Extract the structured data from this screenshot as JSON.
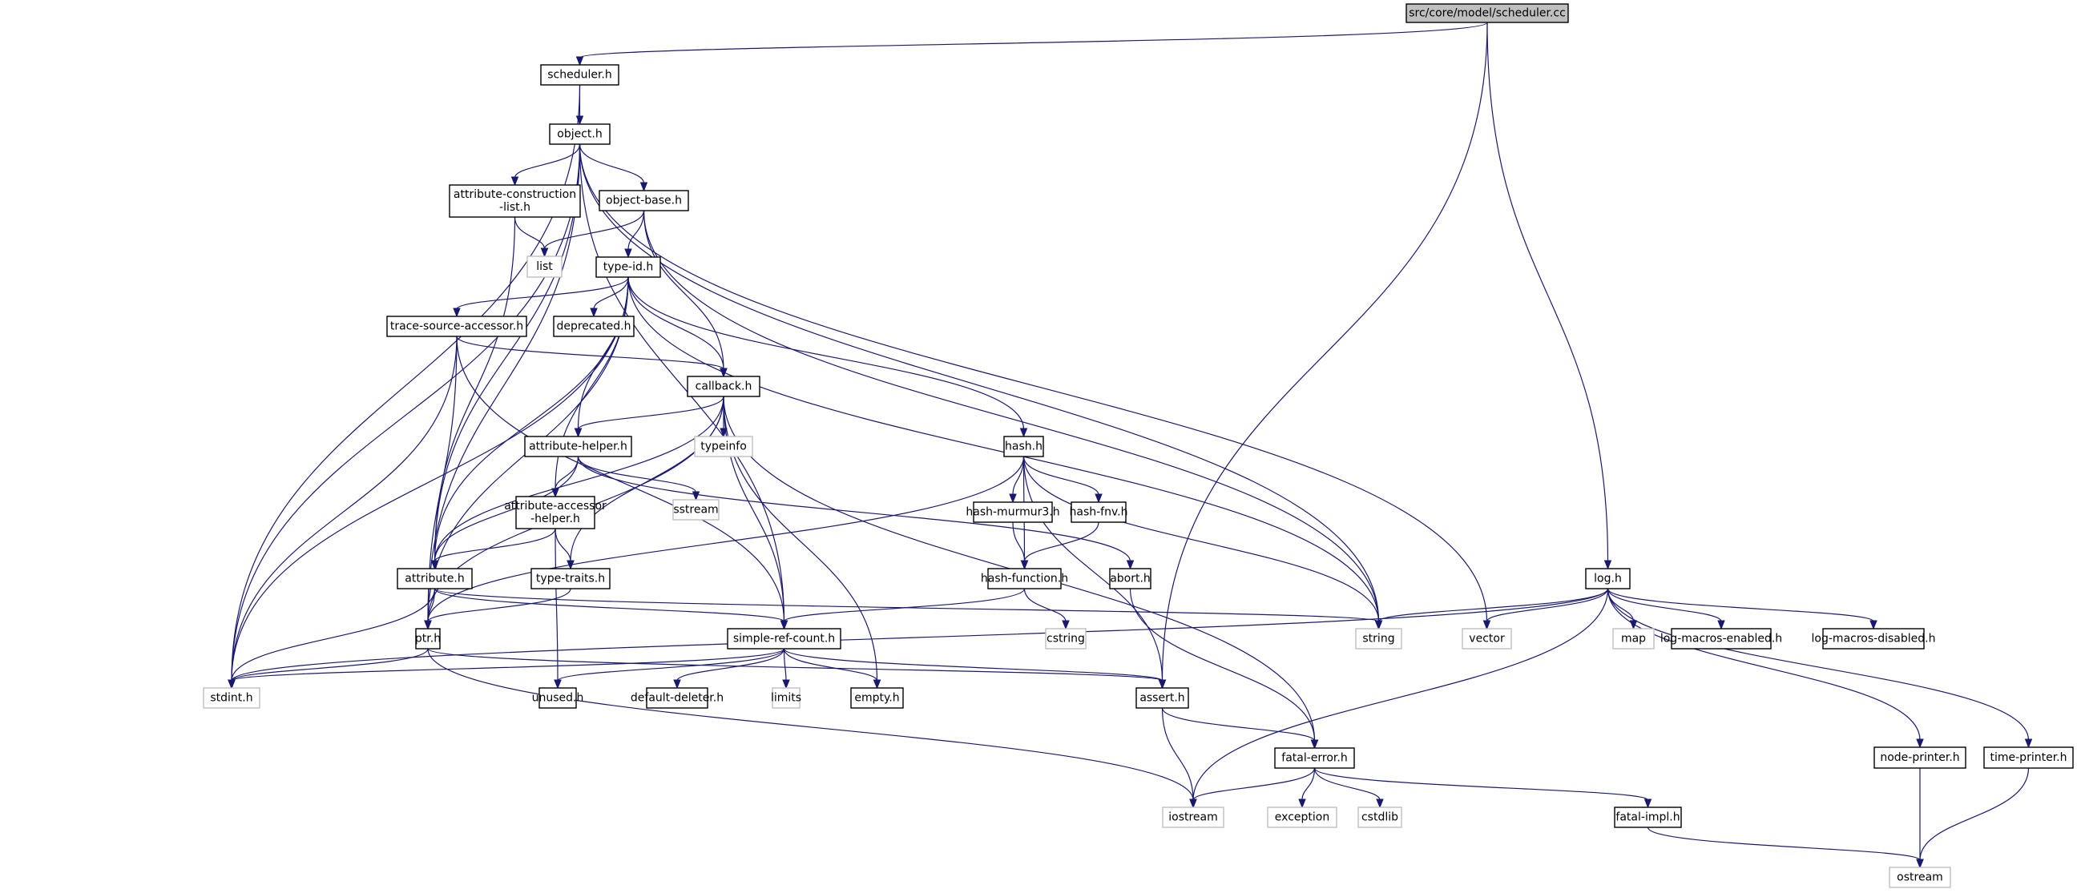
{
  "diagram": {
    "title": "Include dependency graph for src/core/model/scheduler.cc",
    "root": "src/core/model/scheduler.cc",
    "edge_color": "#191970",
    "root_fill": "#bfbfbf",
    "system_border": "#bfbfbf",
    "nodes": [
      {
        "id": "scheduler_cc",
        "label": "src/core/model/scheduler.cc",
        "kind": "root",
        "lines": [
          "src/core/model/scheduler.cc"
        ]
      },
      {
        "id": "scheduler_h",
        "label": "scheduler.h",
        "kind": "project",
        "lines": [
          "scheduler.h"
        ]
      },
      {
        "id": "object_h",
        "label": "object.h",
        "kind": "project",
        "lines": [
          "object.h"
        ]
      },
      {
        "id": "attr_constr",
        "label": "attribute-construction-list.h",
        "kind": "project",
        "lines": [
          "attribute-construction",
          "-list.h"
        ]
      },
      {
        "id": "object_base",
        "label": "object-base.h",
        "kind": "project",
        "lines": [
          "object-base.h"
        ]
      },
      {
        "id": "list",
        "label": "list",
        "kind": "system",
        "lines": [
          "list"
        ]
      },
      {
        "id": "type_id",
        "label": "type-id.h",
        "kind": "project",
        "lines": [
          "type-id.h"
        ]
      },
      {
        "id": "trace_src",
        "label": "trace-source-accessor.h",
        "kind": "project",
        "lines": [
          "trace-source-accessor.h"
        ]
      },
      {
        "id": "deprecated",
        "label": "deprecated.h",
        "kind": "project",
        "lines": [
          "deprecated.h"
        ]
      },
      {
        "id": "callback",
        "label": "callback.h",
        "kind": "project",
        "lines": [
          "callback.h"
        ]
      },
      {
        "id": "typeinfo",
        "label": "typeinfo",
        "kind": "system",
        "lines": [
          "typeinfo"
        ]
      },
      {
        "id": "attr_helper",
        "label": "attribute-helper.h",
        "kind": "project",
        "lines": [
          "attribute-helper.h"
        ]
      },
      {
        "id": "hash",
        "label": "hash.h",
        "kind": "project",
        "lines": [
          "hash.h"
        ]
      },
      {
        "id": "sstream",
        "label": "sstream",
        "kind": "system",
        "lines": [
          "sstream"
        ]
      },
      {
        "id": "attr_acc",
        "label": "attribute-accessor-helper.h",
        "kind": "project",
        "lines": [
          "attribute-accessor",
          "-helper.h"
        ]
      },
      {
        "id": "murmur",
        "label": "hash-murmur3.h",
        "kind": "project",
        "lines": [
          "hash-murmur3.h"
        ]
      },
      {
        "id": "fnv",
        "label": "hash-fnv.h",
        "kind": "project",
        "lines": [
          "hash-fnv.h"
        ]
      },
      {
        "id": "attribute",
        "label": "attribute.h",
        "kind": "project",
        "lines": [
          "attribute.h"
        ]
      },
      {
        "id": "type_traits",
        "label": "type-traits.h",
        "kind": "project",
        "lines": [
          "type-traits.h"
        ]
      },
      {
        "id": "hash_func",
        "label": "hash-function.h",
        "kind": "project",
        "lines": [
          "hash-function.h"
        ]
      },
      {
        "id": "abort",
        "label": "abort.h",
        "kind": "project",
        "lines": [
          "abort.h"
        ]
      },
      {
        "id": "log",
        "label": "log.h",
        "kind": "project",
        "lines": [
          "log.h"
        ]
      },
      {
        "id": "ptr",
        "label": "ptr.h",
        "kind": "project",
        "lines": [
          "ptr.h"
        ]
      },
      {
        "id": "src",
        "label": "simple-ref-count.h",
        "kind": "project",
        "lines": [
          "simple-ref-count.h"
        ]
      },
      {
        "id": "string",
        "label": "string",
        "kind": "system",
        "lines": [
          "string"
        ]
      },
      {
        "id": "cstring",
        "label": "cstring",
        "kind": "system",
        "lines": [
          "cstring"
        ]
      },
      {
        "id": "vector",
        "label": "vector",
        "kind": "system",
        "lines": [
          "vector"
        ]
      },
      {
        "id": "map",
        "label": "map",
        "kind": "system",
        "lines": [
          "map"
        ]
      },
      {
        "id": "lme",
        "label": "log-macros-enabled.h",
        "kind": "project",
        "lines": [
          "log-macros-enabled.h"
        ]
      },
      {
        "id": "lmd",
        "label": "log-macros-disabled.h",
        "kind": "project",
        "lines": [
          "log-macros-disabled.h"
        ]
      },
      {
        "id": "stdint",
        "label": "stdint.h",
        "kind": "system",
        "lines": [
          "stdint.h"
        ]
      },
      {
        "id": "unused",
        "label": "unused.h",
        "kind": "project",
        "lines": [
          "unused.h"
        ]
      },
      {
        "id": "deleter",
        "label": "default-deleter.h",
        "kind": "project",
        "lines": [
          "default-deleter.h"
        ]
      },
      {
        "id": "limits",
        "label": "limits",
        "kind": "system",
        "lines": [
          "limits"
        ]
      },
      {
        "id": "empty",
        "label": "empty.h",
        "kind": "project",
        "lines": [
          "empty.h"
        ]
      },
      {
        "id": "assert",
        "label": "assert.h",
        "kind": "project",
        "lines": [
          "assert.h"
        ]
      },
      {
        "id": "fatal_err",
        "label": "fatal-error.h",
        "kind": "project",
        "lines": [
          "fatal-error.h"
        ]
      },
      {
        "id": "node_printer",
        "label": "node-printer.h",
        "kind": "project",
        "lines": [
          "node-printer.h"
        ]
      },
      {
        "id": "time_printer",
        "label": "time-printer.h",
        "kind": "project",
        "lines": [
          "time-printer.h"
        ]
      },
      {
        "id": "iostream",
        "label": "iostream",
        "kind": "system",
        "lines": [
          "iostream"
        ]
      },
      {
        "id": "exception",
        "label": "exception",
        "kind": "system",
        "lines": [
          "exception"
        ]
      },
      {
        "id": "cstdlib",
        "label": "cstdlib",
        "kind": "system",
        "lines": [
          "cstdlib"
        ]
      },
      {
        "id": "fatal_impl",
        "label": "fatal-impl.h",
        "kind": "project",
        "lines": [
          "fatal-impl.h"
        ]
      },
      {
        "id": "ostream",
        "label": "ostream",
        "kind": "system",
        "lines": [
          "ostream"
        ]
      }
    ],
    "edges": [
      [
        "scheduler_cc",
        "scheduler_h"
      ],
      [
        "scheduler_cc",
        "assert"
      ],
      [
        "scheduler_cc",
        "log"
      ],
      [
        "scheduler_h",
        "object_h"
      ],
      [
        "scheduler_h",
        "stdint"
      ],
      [
        "object_h",
        "attr_constr"
      ],
      [
        "object_h",
        "object_base"
      ],
      [
        "object_h",
        "src"
      ],
      [
        "object_h",
        "attribute"
      ],
      [
        "object_h",
        "ptr"
      ],
      [
        "object_h",
        "stdint"
      ],
      [
        "object_h",
        "string"
      ],
      [
        "object_h",
        "vector"
      ],
      [
        "attr_constr",
        "list"
      ],
      [
        "attr_constr",
        "attribute"
      ],
      [
        "object_base",
        "list"
      ],
      [
        "object_base",
        "type_id"
      ],
      [
        "object_base",
        "callback"
      ],
      [
        "object_base",
        "string"
      ],
      [
        "type_id",
        "trace_src"
      ],
      [
        "type_id",
        "deprecated"
      ],
      [
        "type_id",
        "callback"
      ],
      [
        "type_id",
        "attr_helper"
      ],
      [
        "type_id",
        "hash"
      ],
      [
        "type_id",
        "attribute"
      ],
      [
        "type_id",
        "attr_acc"
      ],
      [
        "type_id",
        "stdint"
      ],
      [
        "type_id",
        "string"
      ],
      [
        "type_id",
        "ptr"
      ],
      [
        "trace_src",
        "callback"
      ],
      [
        "trace_src",
        "ptr"
      ],
      [
        "trace_src",
        "src"
      ],
      [
        "trace_src",
        "stdint"
      ],
      [
        "callback",
        "typeinfo"
      ],
      [
        "callback",
        "attr_helper"
      ],
      [
        "callback",
        "attribute"
      ],
      [
        "callback",
        "ptr"
      ],
      [
        "callback",
        "src"
      ],
      [
        "callback",
        "type_traits"
      ],
      [
        "callback",
        "empty"
      ],
      [
        "callback",
        "fatal_err"
      ],
      [
        "attr_helper",
        "attr_acc"
      ],
      [
        "attr_helper",
        "sstream"
      ],
      [
        "attr_helper",
        "attribute"
      ],
      [
        "attr_helper",
        "abort"
      ],
      [
        "hash",
        "murmur"
      ],
      [
        "hash",
        "fnv"
      ],
      [
        "hash",
        "hash_func"
      ],
      [
        "hash",
        "assert"
      ],
      [
        "hash",
        "ptr"
      ],
      [
        "hash",
        "string"
      ],
      [
        "attr_acc",
        "attribute"
      ],
      [
        "attr_acc",
        "type_traits"
      ],
      [
        "attr_acc",
        "unused"
      ],
      [
        "murmur",
        "hash_func"
      ],
      [
        "fnv",
        "hash_func"
      ],
      [
        "attribute",
        "ptr"
      ],
      [
        "attribute",
        "src"
      ],
      [
        "attribute",
        "string"
      ],
      [
        "attribute",
        "stdint"
      ],
      [
        "type_traits",
        "ptr"
      ],
      [
        "hash_func",
        "cstring"
      ],
      [
        "hash_func",
        "src"
      ],
      [
        "abort",
        "fatal_err"
      ],
      [
        "log",
        "string"
      ],
      [
        "log",
        "vector"
      ],
      [
        "log",
        "map"
      ],
      [
        "log",
        "lme"
      ],
      [
        "log",
        "lmd"
      ],
      [
        "log",
        "stdint"
      ],
      [
        "log",
        "iostream"
      ],
      [
        "log",
        "node_printer"
      ],
      [
        "log",
        "time_printer"
      ],
      [
        "ptr",
        "stdint"
      ],
      [
        "ptr",
        "assert"
      ],
      [
        "ptr",
        "iostream"
      ],
      [
        "src",
        "stdint"
      ],
      [
        "src",
        "unused"
      ],
      [
        "src",
        "deleter"
      ],
      [
        "src",
        "limits"
      ],
      [
        "src",
        "empty"
      ],
      [
        "src",
        "assert"
      ],
      [
        "assert",
        "iostream"
      ],
      [
        "assert",
        "fatal_err"
      ],
      [
        "fatal_err",
        "iostream"
      ],
      [
        "fatal_err",
        "exception"
      ],
      [
        "fatal_err",
        "cstdlib"
      ],
      [
        "fatal_err",
        "fatal_impl"
      ],
      [
        "fatal_impl",
        "ostream"
      ],
      [
        "node_printer",
        "ostream"
      ],
      [
        "time_printer",
        "ostream"
      ]
    ]
  }
}
